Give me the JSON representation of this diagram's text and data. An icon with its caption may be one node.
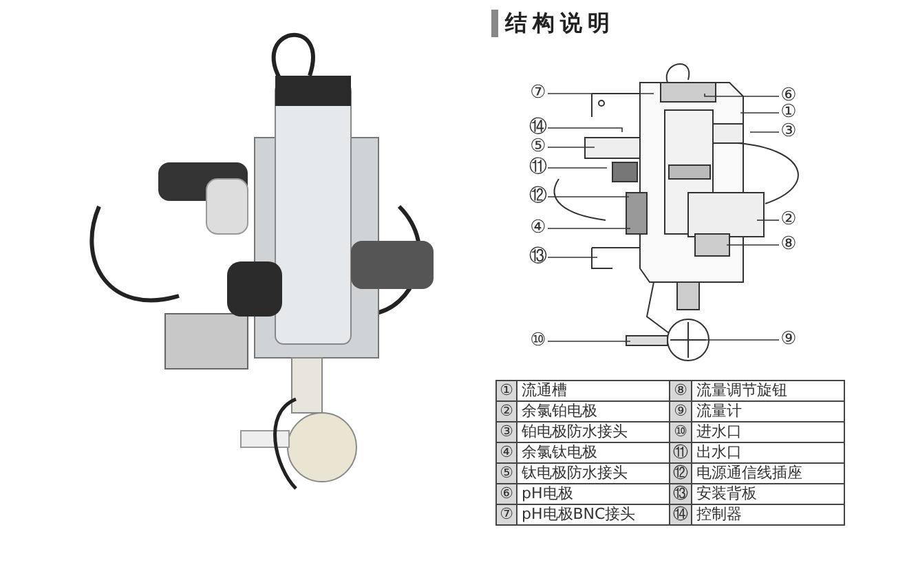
{
  "diagram": {
    "title": "结构说明",
    "nodes": [
      {
        "text": [
          "⑦"
        ]
      },
      {
        "text": [
          "⑥"
        ]
      },
      {
        "text": [
          "①"
        ]
      },
      {
        "text": [
          "⑭"
        ]
      },
      {
        "text": [
          "③"
        ]
      },
      {
        "text": [
          "⑤"
        ]
      },
      {
        "text": [
          "⑪"
        ]
      },
      {
        "text": [
          "⑫"
        ]
      },
      {
        "text": [
          "②"
        ]
      },
      {
        "text": [
          "④"
        ]
      },
      {
        "text": [
          "⑧"
        ]
      },
      {
        "text": [
          "⑬"
        ]
      },
      {
        "text": [
          "⑨"
        ]
      },
      {
        "text": [
          "⑩"
        ]
      }
    ],
    "edges": [
      {
        "from": 0,
        "to": null,
        "arrow": "none"
      },
      {
        "from": 1,
        "to": null,
        "arrow": "none"
      },
      {
        "from": 2,
        "to": null,
        "arrow": "none"
      },
      {
        "from": 3,
        "to": null,
        "arrow": "none"
      },
      {
        "from": 4,
        "to": null,
        "arrow": "none"
      },
      {
        "from": 5,
        "to": null,
        "arrow": "none"
      },
      {
        "from": 6,
        "to": null,
        "arrow": "none"
      },
      {
        "from": 7,
        "to": null,
        "arrow": "none"
      },
      {
        "from": 8,
        "to": null,
        "arrow": "none"
      },
      {
        "from": 9,
        "to": null,
        "arrow": "none"
      },
      {
        "from": 10,
        "to": null,
        "arrow": "none"
      },
      {
        "from": 11,
        "to": null,
        "arrow": "none"
      },
      {
        "from": 12,
        "to": null,
        "arrow": "none"
      },
      {
        "from": 13,
        "to": null,
        "arrow": "none"
      }
    ],
    "labels": [
      "①",
      "流通槽",
      "⑧",
      "流量调节旋钮",
      "②",
      "余氯铂电极",
      "⑨",
      "流量计",
      "③",
      "铂电极防水接头",
      "⑩",
      "进水口",
      "④",
      "余氯钛电极",
      "⑪",
      "出水口",
      "⑤",
      "钛电极防水接头",
      "⑫",
      "电源通信线插座",
      "⑥",
      "pH电极",
      "⑬",
      "安装背板",
      "⑦",
      "pH电极BNC接头",
      "⑭",
      "控制器"
    ]
  }
}
